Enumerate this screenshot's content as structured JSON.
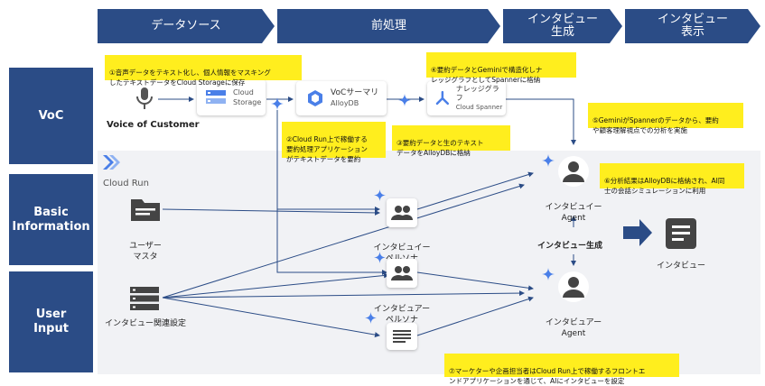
{
  "header": {
    "stages": [
      "データソース",
      "前処理",
      "インタビュー\n生成",
      "インタビュー\n表示"
    ]
  },
  "rows": {
    "voc": "VoC",
    "basic": "Basic\nInformation",
    "user": "User\nInput"
  },
  "cloud_run_label": "Cloud Run",
  "voc": {
    "source_label": "Voice of Customer",
    "storage_title": "Cloud",
    "storage_sub": "Storage",
    "alloy_title": "VoCサーマリ",
    "alloy_sub": "AlloyDB",
    "spanner_title": "ナレッジグラフ",
    "spanner_sub": "Cloud Spanner"
  },
  "notes": {
    "n1": "①音声データをテキスト化し、個人情報をマスキング\nしたテキストデータをCloud Storageに保存",
    "n2": "②Cloud Run上で稼働する\n要約処理アプリケーション\nがテキストデータを要約",
    "n3": "③要約データと生のテキスト\nデータをAlloyDBに格納",
    "n4": "④要約データとGeminiで構造化しナ\nレッジグラフとしてSpannerに格納",
    "n5": "⑤GeminiがSpannerのデータから、要約\nや顧客理解視点での分析を実施",
    "n6": "⑥分析結果はAlloyDBに格納され、AI同\n士の会話シミュレーションに利用",
    "n7": "⑦マーケターや企画担当者はCloud Run上で稼働するフロントエ\nンドアプリケーションを通じて、AIにインタビューを設定"
  },
  "nodes": {
    "user_master": "ユーザー\nマスタ",
    "interview_settings": "インタビュー関連設定",
    "interviewee_persona": "インタビュイー\nペルソナ",
    "interviewer_persona": "インタビュアー\nペルソナ",
    "interviewee_agent": "インタビュイー\nAgent",
    "interviewer_agent": "インタビュアー\nAgent",
    "interview_gen": "インタビュー生成",
    "interview": "インタビュー"
  },
  "colors": {
    "navy": "#2b4c86",
    "note": "#ffee1e",
    "icon": "#444444",
    "gemini": "#4a7fe8"
  }
}
